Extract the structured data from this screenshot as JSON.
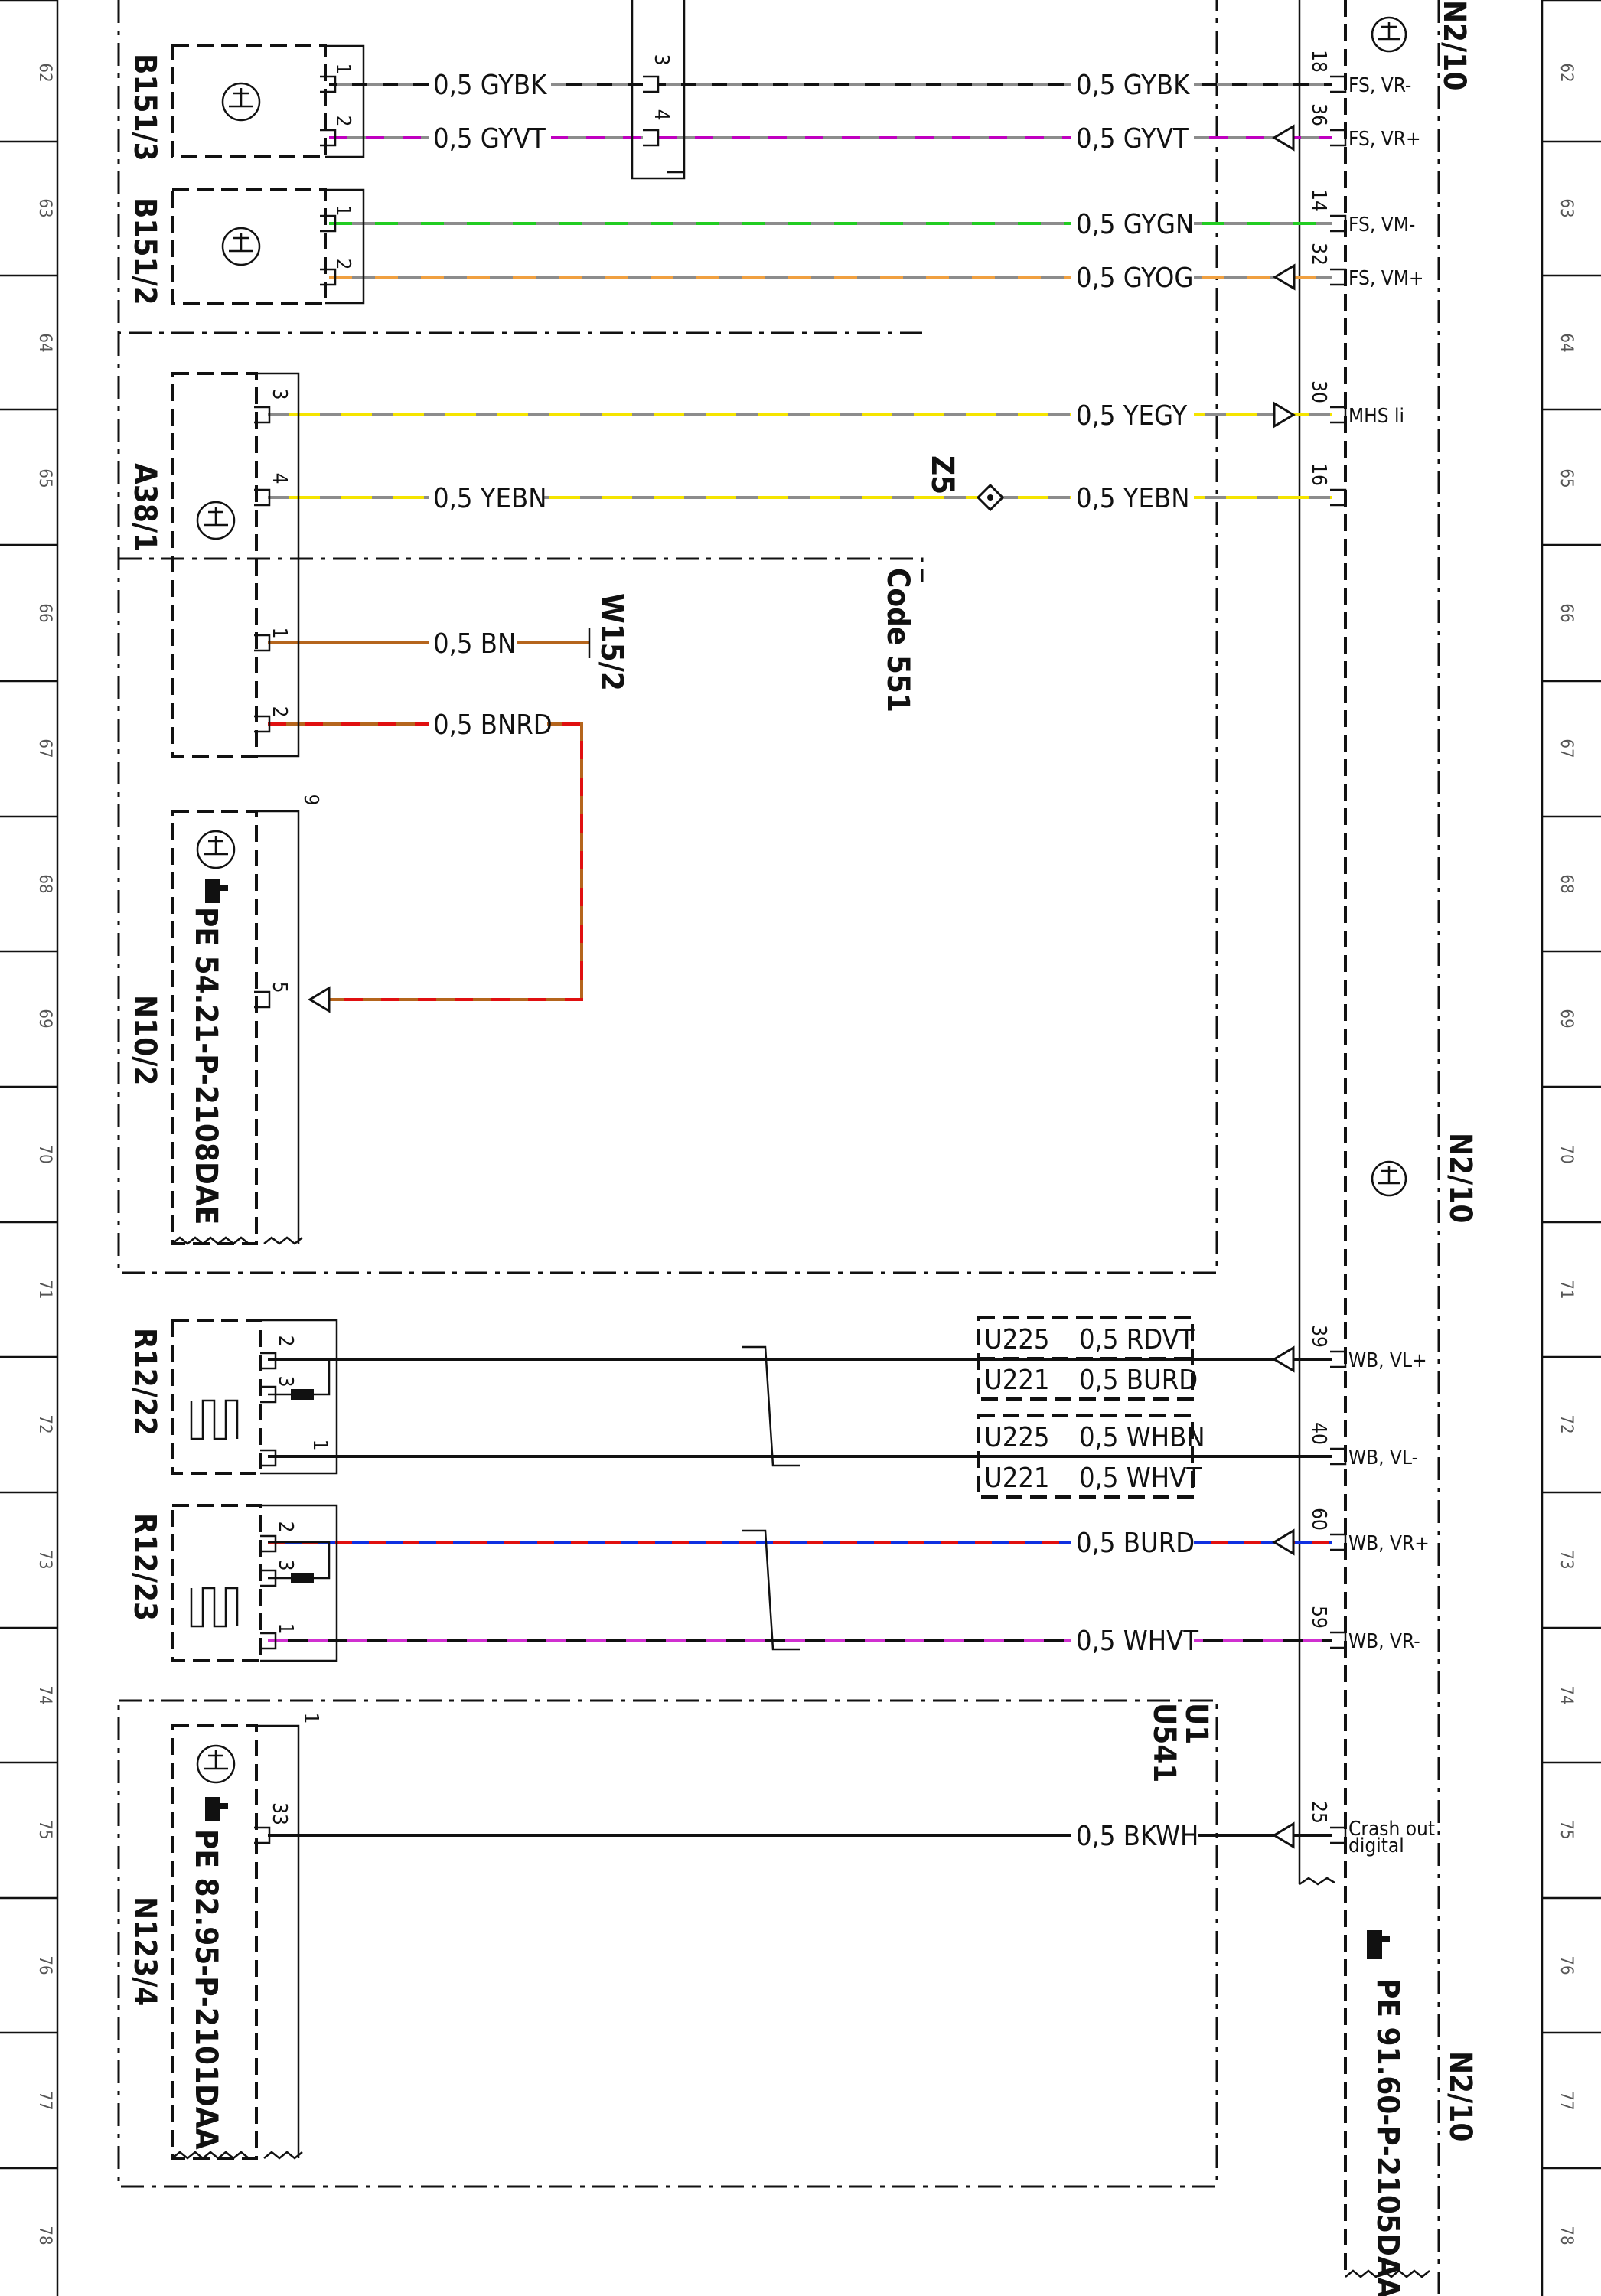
{
  "row_numbers": [
    "62",
    "63",
    "64",
    "65",
    "66",
    "67",
    "68",
    "69",
    "70",
    "71",
    "72",
    "73",
    "74",
    "75",
    "76",
    "77",
    "78"
  ],
  "components": {
    "b151_3": "B151/3",
    "b151_2": "B151/2",
    "a38_1": "A38/1",
    "n10_2": "N10/2",
    "n10_2_ref": "PE 54.21-P-2108DAE",
    "r12_22": "R12/22",
    "r12_23": "R12/23",
    "n123_4": "N123/4",
    "n123_4_ref": "PE 82.95-P-2101DAA",
    "n2_10": "N2/10",
    "n2_10_ref": "PE 91.60-P-2105DAA",
    "w15_2": "W15/2",
    "z5": "Z5",
    "code": "Code 551",
    "u1": "U1",
    "u541": "U541"
  },
  "wires": [
    {
      "id": "gybk_l",
      "label": "0,5 GYBK"
    },
    {
      "id": "gybk_r",
      "label": "0,5 GYBK"
    },
    {
      "id": "gyvt_l",
      "label": "0,5 GYVT"
    },
    {
      "id": "gyvt_r",
      "label": "0,5 GYVT"
    },
    {
      "id": "gygn",
      "label": "0,5 GYGN"
    },
    {
      "id": "gyog",
      "label": "0,5 GYOG"
    },
    {
      "id": "yegy",
      "label": "0,5 YEGY"
    },
    {
      "id": "yebn_l",
      "label": "0,5 YEBN"
    },
    {
      "id": "yebn_r",
      "label": "0,5 YEBN"
    },
    {
      "id": "bn",
      "label": "0,5 BN"
    },
    {
      "id": "bnrd",
      "label": "0,5 BNRD"
    },
    {
      "id": "burd",
      "label": "0,5 BURD"
    },
    {
      "id": "whvt",
      "label": "0,5 WHVT"
    },
    {
      "id": "bkwh",
      "label": "0,5 BKWH"
    }
  ],
  "variant_boxes": [
    {
      "code": "U225",
      "label": "0,5 RDVT"
    },
    {
      "code": "U221",
      "label": "0,5 BURD"
    },
    {
      "code": "U225",
      "label": "0,5 WHBN"
    },
    {
      "code": "U221",
      "label": "0,5 WHVT"
    }
  ],
  "signals": [
    "FS, VR-",
    "FS, VR+",
    "FS, VM-",
    "FS, VM+",
    "MHS li",
    "WB, VL+",
    "WB, VL-",
    "WB, VR+",
    "WB, VR-",
    "Crash out",
    "digital"
  ],
  "pins": {
    "n2_10": [
      "18",
      "36",
      "14",
      "32",
      "30",
      "16",
      "39",
      "40",
      "60",
      "59",
      "25"
    ],
    "b151_3": [
      "1",
      "2"
    ],
    "b151_2": [
      "1",
      "2"
    ],
    "connector": [
      "3",
      "4"
    ],
    "a38_1": [
      "3",
      "4",
      "1",
      "2"
    ],
    "n10_2": [
      "9",
      "5"
    ],
    "r12_22": [
      "2",
      "3",
      "1"
    ],
    "r12_23": [
      "2",
      "3",
      "1"
    ],
    "n123_4": [
      "1",
      "33"
    ]
  },
  "colors": {
    "gray": "#8c8c8c",
    "black": "#111111",
    "violet": "#c000c0",
    "green": "#22cc22",
    "orange": "#f0a040",
    "yellow": "#f5e400",
    "brown": "#b5651d",
    "red": "#e01010",
    "blue": "#1030e0",
    "pink": "#d030d0"
  }
}
